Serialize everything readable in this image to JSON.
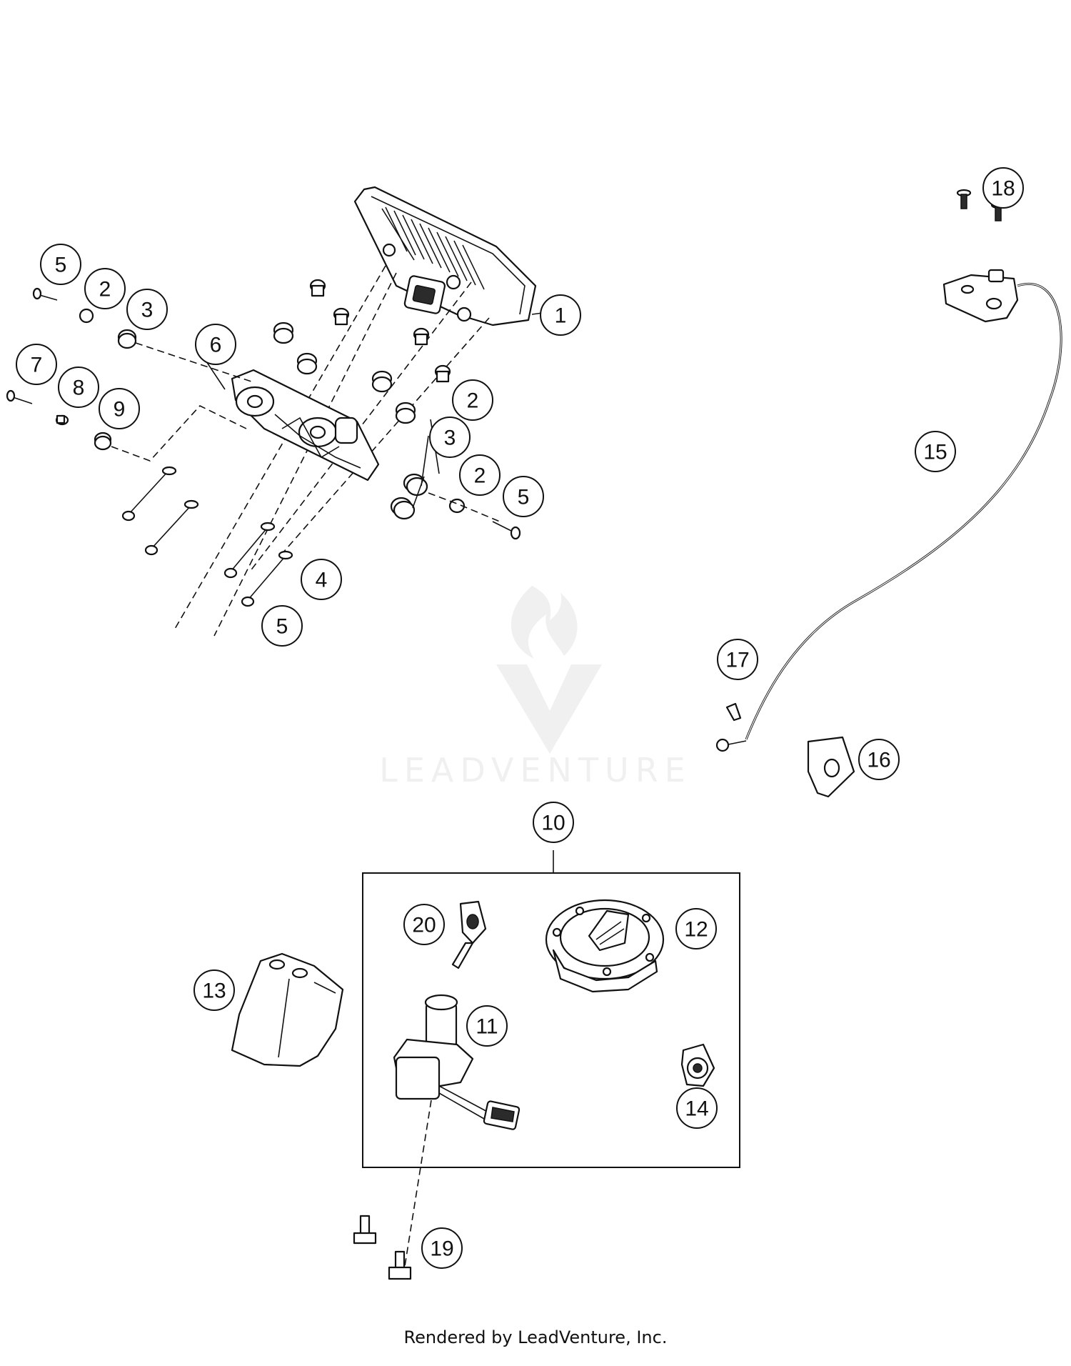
{
  "watermark": {
    "text": "LEADVENTURE"
  },
  "footer": {
    "text": "Rendered by LeadVenture, Inc."
  },
  "callouts": [
    {
      "id": "c1",
      "label": "1"
    },
    {
      "id": "c2a",
      "label": "2"
    },
    {
      "id": "c2b",
      "label": "2"
    },
    {
      "id": "c2c",
      "label": "2"
    },
    {
      "id": "c3a",
      "label": "3"
    },
    {
      "id": "c3b",
      "label": "3"
    },
    {
      "id": "c4",
      "label": "4"
    },
    {
      "id": "c5a",
      "label": "5"
    },
    {
      "id": "c5b",
      "label": "5"
    },
    {
      "id": "c5c",
      "label": "5"
    },
    {
      "id": "c6",
      "label": "6"
    },
    {
      "id": "c7",
      "label": "7"
    },
    {
      "id": "c8",
      "label": "8"
    },
    {
      "id": "c9",
      "label": "9"
    },
    {
      "id": "c10",
      "label": "10"
    },
    {
      "id": "c11",
      "label": "11"
    },
    {
      "id": "c12",
      "label": "12"
    },
    {
      "id": "c13",
      "label": "13"
    },
    {
      "id": "c14",
      "label": "14"
    },
    {
      "id": "c15",
      "label": "15"
    },
    {
      "id": "c16",
      "label": "16"
    },
    {
      "id": "c17",
      "label": "17"
    },
    {
      "id": "c18",
      "label": "18"
    },
    {
      "id": "c19",
      "label": "19"
    },
    {
      "id": "c20",
      "label": "20"
    }
  ]
}
